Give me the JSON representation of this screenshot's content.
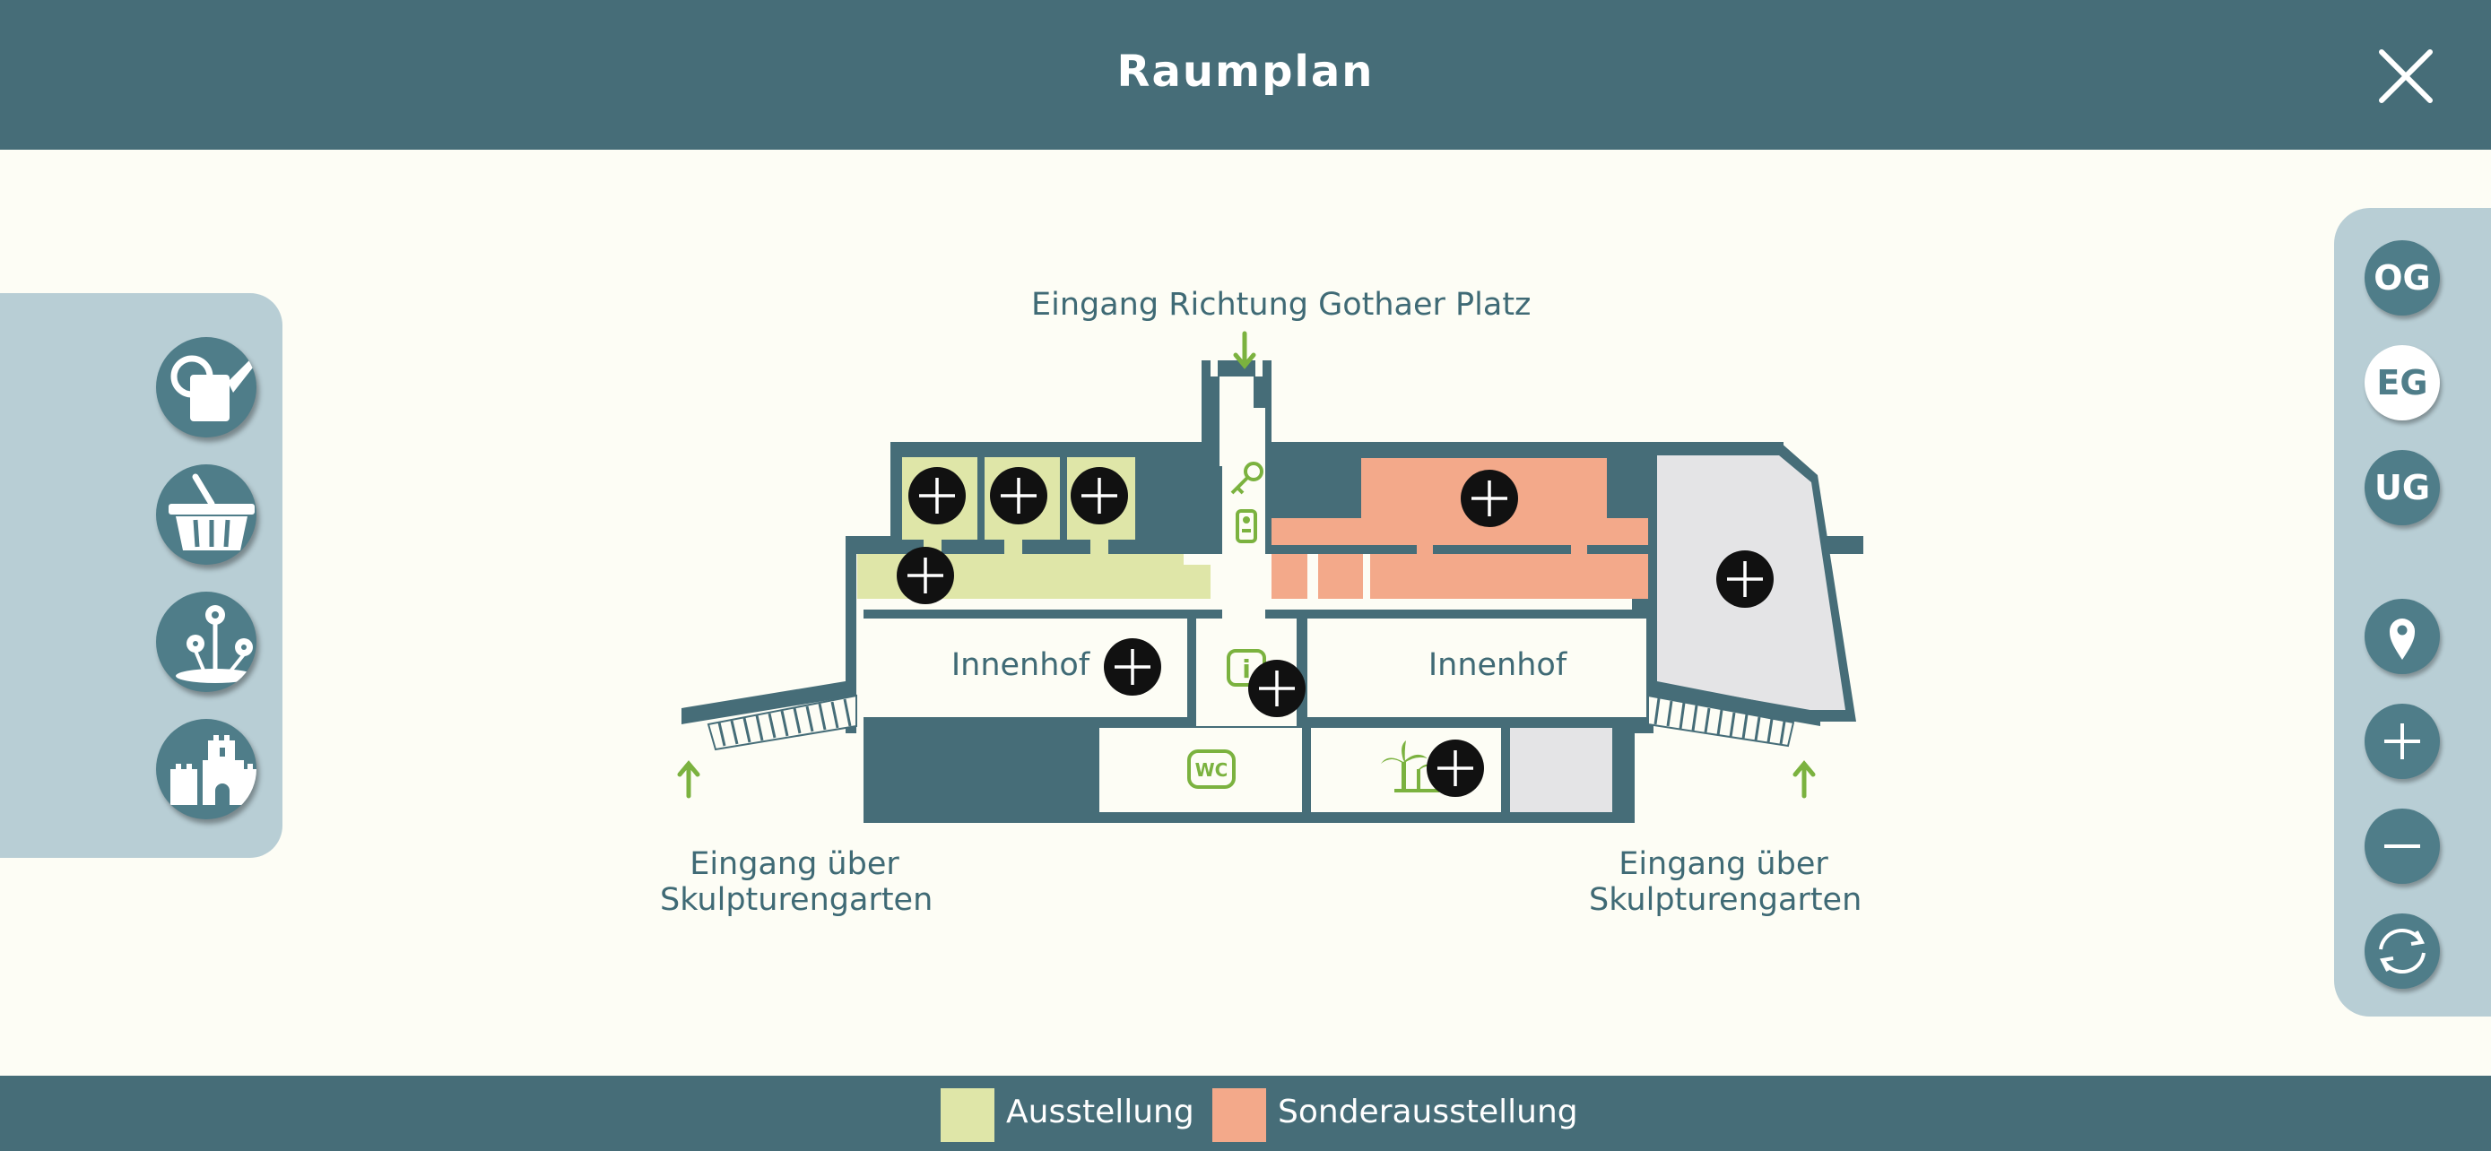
{
  "header": {
    "title": "Raumplan",
    "close_icon": "close-icon"
  },
  "left_panel": {
    "categories": [
      {
        "name": "watering-can",
        "icon": "watering-can-icon"
      },
      {
        "name": "shopping-basket",
        "icon": "basket-icon"
      },
      {
        "name": "garden",
        "icon": "flowers-icon"
      },
      {
        "name": "castle",
        "icon": "castle-icon"
      }
    ]
  },
  "right_panel": {
    "floors": [
      {
        "label": "OG",
        "active": false
      },
      {
        "label": "EG",
        "active": true
      },
      {
        "label": "UG",
        "active": false
      }
    ],
    "tools": [
      "location-pin-icon",
      "zoom-in-icon",
      "zoom-out-icon",
      "reset-rotate-icon"
    ]
  },
  "map": {
    "top_entrance": "Eingang Richtung Gothaer Platz",
    "courtyard_left": "Innenhof",
    "courtyard_right": "Innenhof",
    "entrance_left": {
      "line1": "Eingang über",
      "line2": "Skulpturengarten"
    },
    "entrance_right": {
      "line1": "Eingang über",
      "line2": "Skulpturengarten"
    },
    "wc_label": "WC",
    "info_label": "i",
    "room_buttons_count": 9,
    "colors": {
      "exhibition": "#dfe6a8",
      "special": "#f3a98a",
      "walls": "#466d78",
      "other": "#e4e4e6",
      "accent": "#7bb23f"
    }
  },
  "legend": [
    {
      "label": "Ausstellung",
      "color": "#dfe6a8"
    },
    {
      "label": "Sonderausstellung",
      "color": "#f3a98a"
    }
  ]
}
